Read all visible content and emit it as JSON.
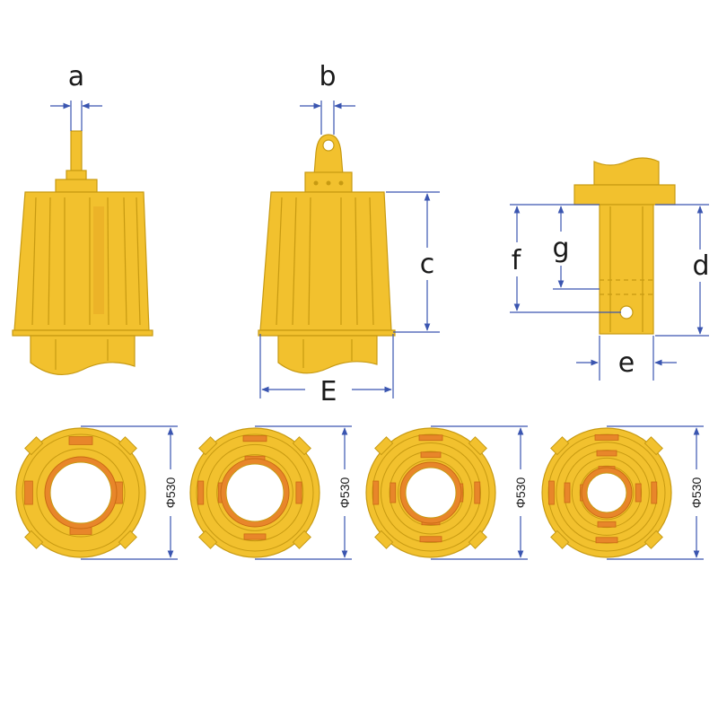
{
  "colors": {
    "body_yellow": "#f2c12e",
    "body_outline": "#c79a12",
    "accent_orange": "#e8862a",
    "dimension_blue": "#3a55b0",
    "text": "#1a1a1a"
  },
  "labels": {
    "a": "a",
    "b": "b",
    "c": "c",
    "d": "d",
    "e": "e",
    "f": "f",
    "g": "g",
    "E": "E"
  },
  "ring_diameter_label": "Φ530",
  "ring_views": [
    {
      "rings": 2
    },
    {
      "rings": 3
    },
    {
      "rings": 4
    },
    {
      "rings": 5
    }
  ]
}
